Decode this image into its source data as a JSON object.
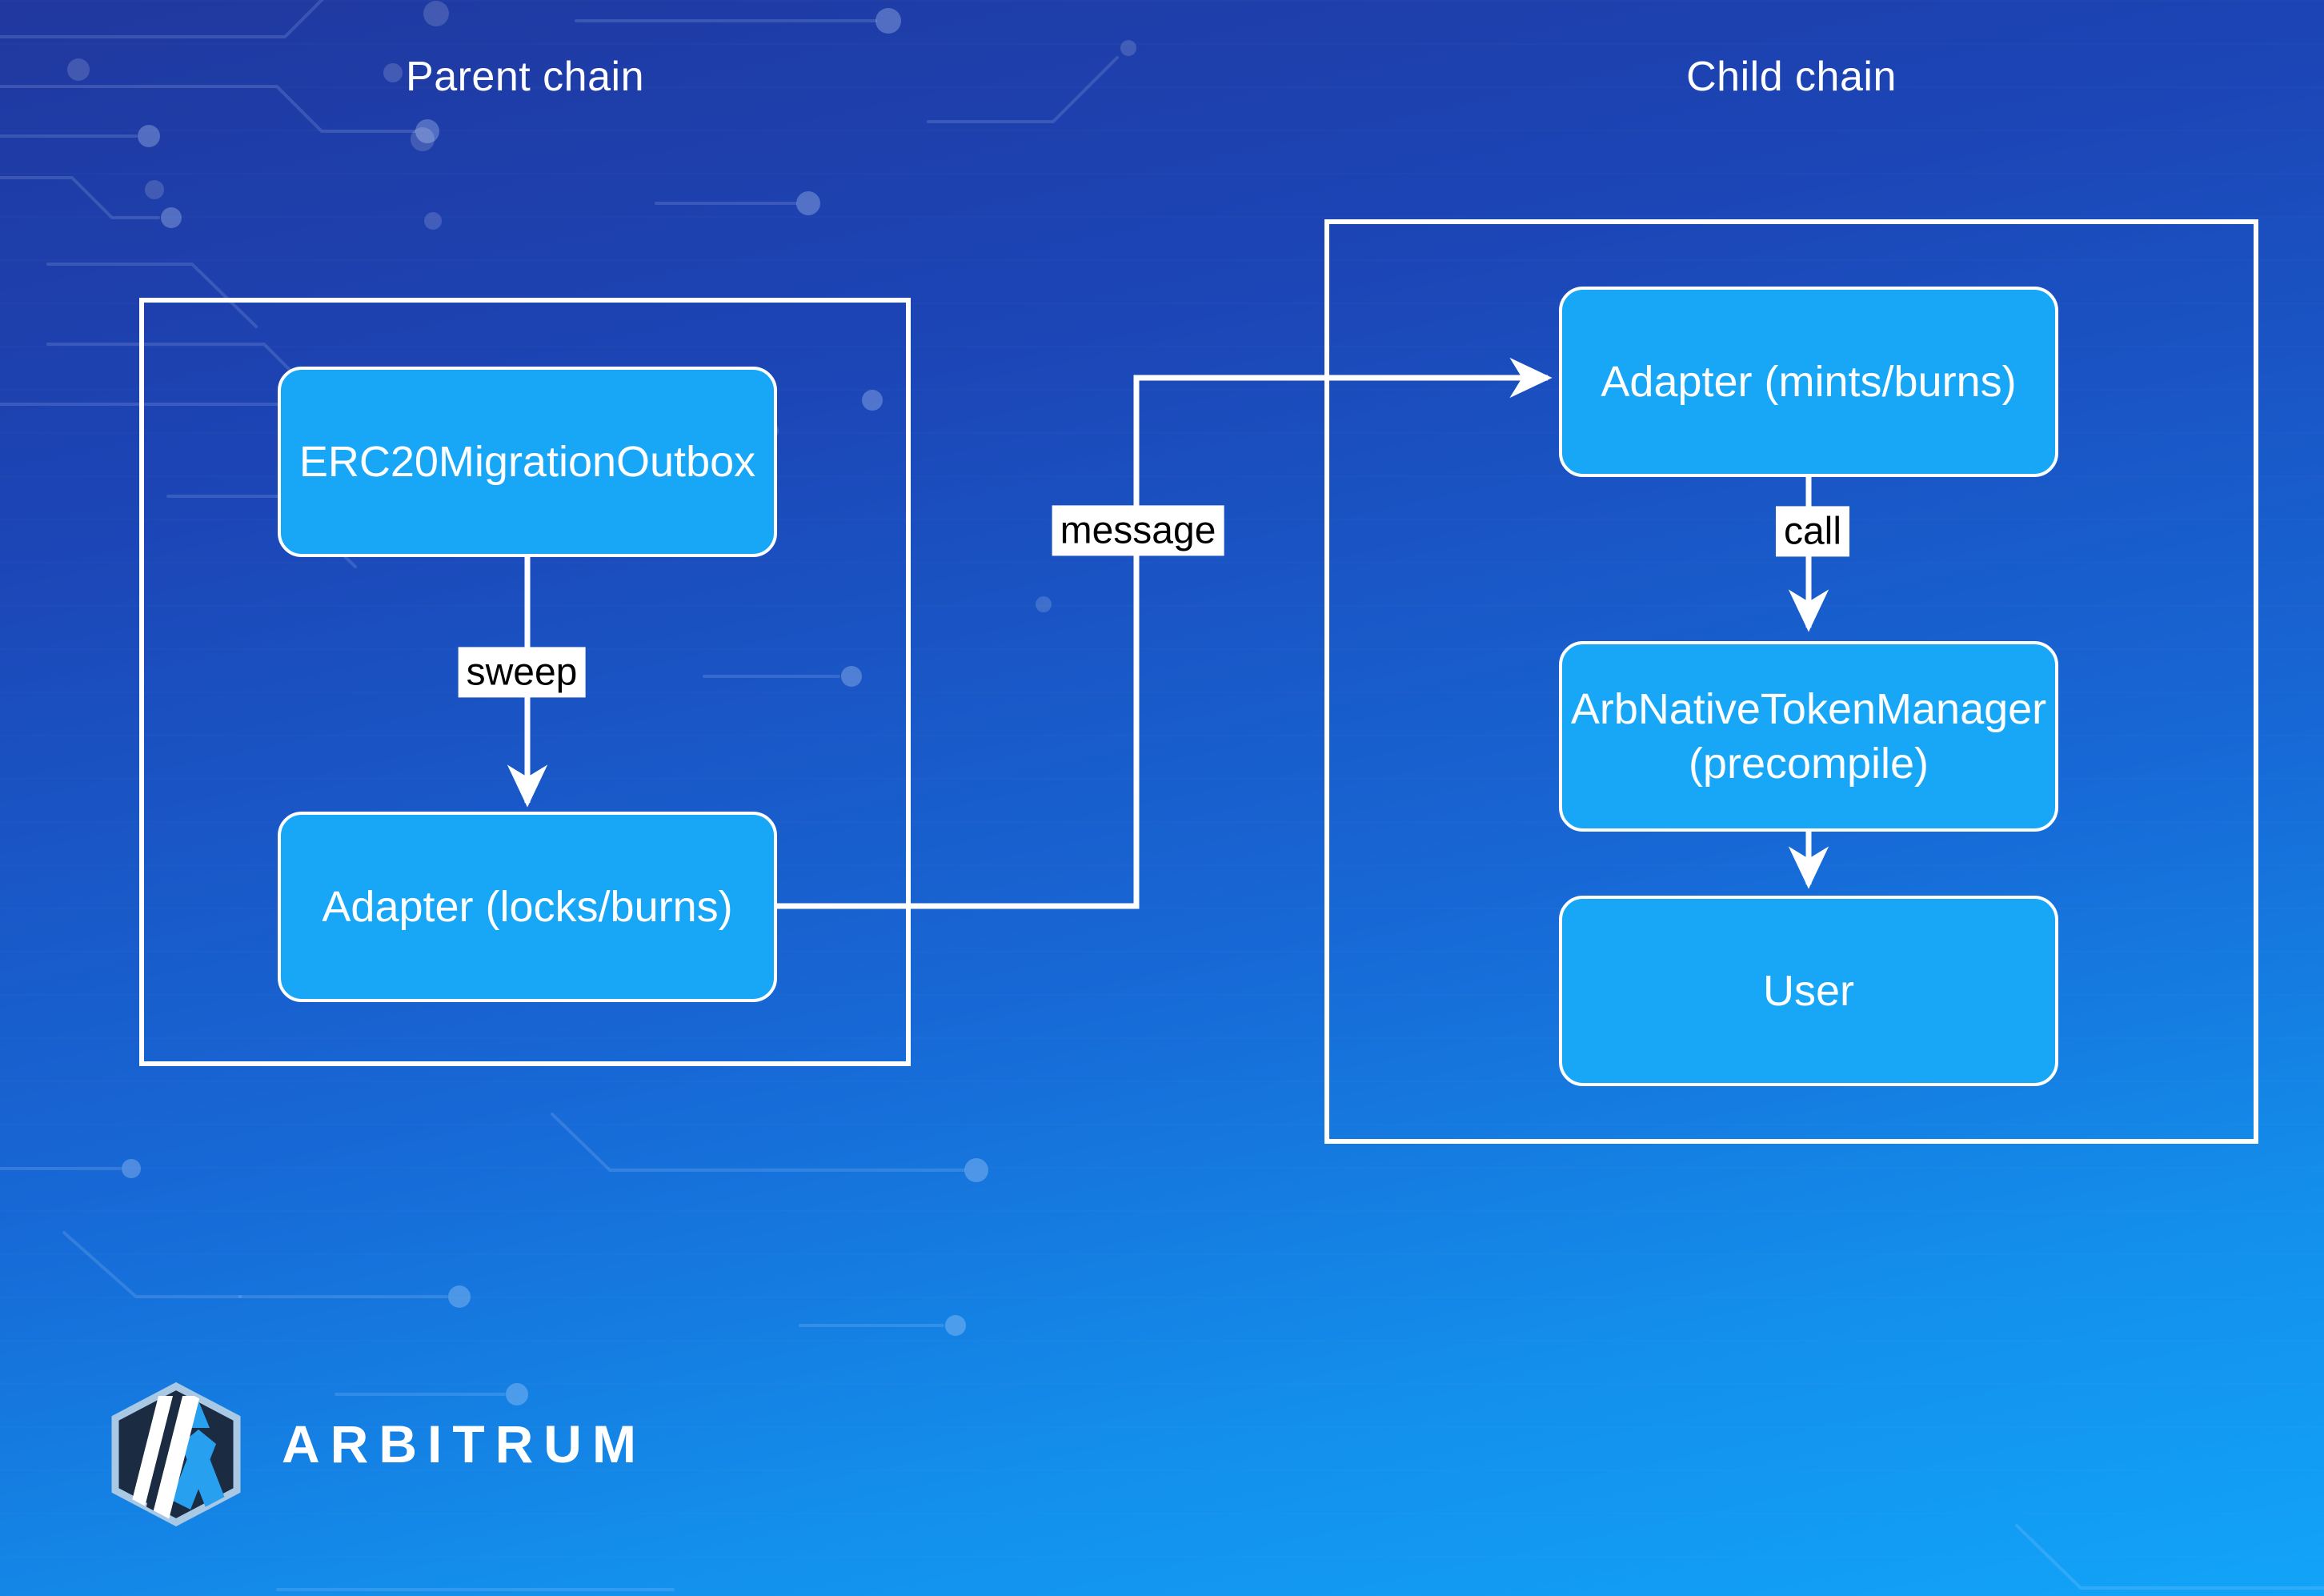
{
  "titles": {
    "parent": "Parent chain",
    "child": "Child chain"
  },
  "nodes": {
    "erc20_outbox": "ERC20MigrationOutbox",
    "adapter_locks_burns": "Adapter (locks/burns)",
    "adapter_mints_burns": "Adapter (mints/burns)",
    "arb_native_token_manager_line1": "ArbNativeTokenManager",
    "arb_native_token_manager_line2": "(precompile)",
    "user": "User"
  },
  "edge_labels": {
    "sweep": "sweep",
    "message": "message",
    "call": "call"
  },
  "branding": {
    "wordmark": "ARBITRUM"
  },
  "colors": {
    "background_top": "#20389f",
    "background_bottom": "#12a4f8",
    "node_fill": "#18a7f7",
    "stroke": "#ffffff",
    "label_text": "#000000",
    "logo_badge": "#1b2b42",
    "logo_accent": "#28a0f0"
  }
}
